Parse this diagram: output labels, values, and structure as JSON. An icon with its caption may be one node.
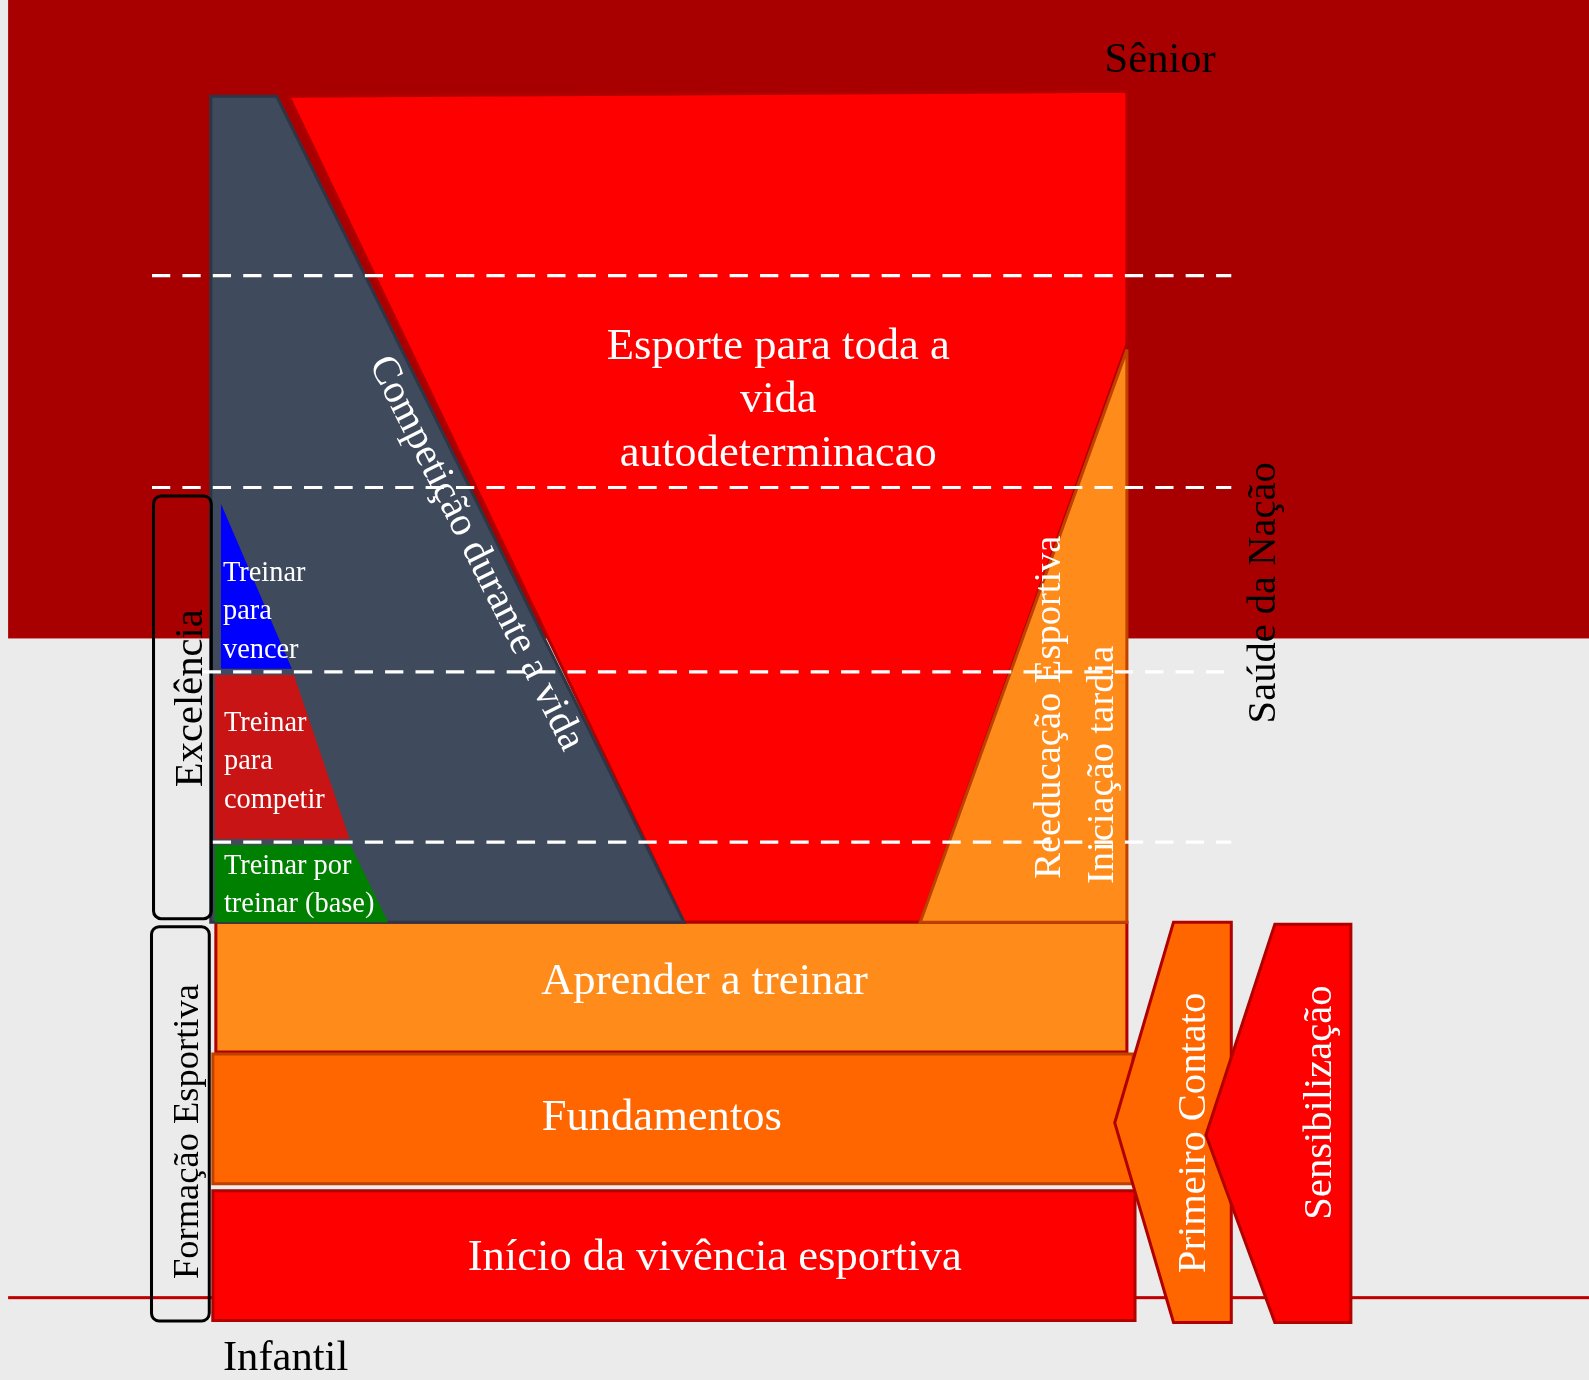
{
  "diagram": {
    "nodes": [
      {
        "text": [
          "Esporte para toda a vida autodeterminacao"
        ]
      },
      {
        "text": [
          "Competição durante a vida"
        ]
      },
      {
        "text": [
          "Excelência"
        ]
      },
      {
        "text": [
          "Treinar para vencer"
        ],
        "in": 1
      },
      {
        "text": [
          "Treinar para competir"
        ],
        "in": 1
      },
      {
        "text": [
          "Treinar por treinar (base)"
        ],
        "in": 1
      },
      {
        "text": [
          "Reeducação Esportiva",
          "Iniciação tardia"
        ]
      },
      {
        "text": [
          "Formação Esportiva"
        ]
      },
      {
        "text": [
          "Aprender a treinar"
        ]
      },
      {
        "text": [
          "Fundamentos"
        ]
      },
      {
        "text": [
          "Início da vivência esportiva"
        ]
      },
      {
        "text": [
          "Primeiro Contato"
        ]
      },
      {
        "text": [
          "Sensibilização"
        ]
      }
    ],
    "labels": [
      "Sênior",
      "Saúde da Nação",
      "Infantil"
    ]
  }
}
